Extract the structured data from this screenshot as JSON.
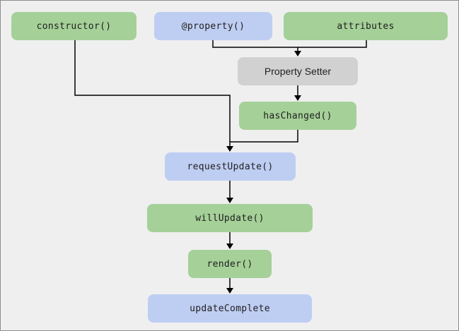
{
  "diagram": {
    "nodes": [
      {
        "id": "constructor",
        "label": "constructor()",
        "color_role": "green"
      },
      {
        "id": "property",
        "label": "@property()",
        "color_role": "blue"
      },
      {
        "id": "attributes",
        "label": "attributes",
        "color_role": "green"
      },
      {
        "id": "property-setter",
        "label": "Property Setter",
        "color_role": "gray"
      },
      {
        "id": "haschanged",
        "label": "hasChanged()",
        "color_role": "green"
      },
      {
        "id": "requestupdate",
        "label": "requestUpdate()",
        "color_role": "blue"
      },
      {
        "id": "willupdate",
        "label": "willUpdate()",
        "color_role": "green"
      },
      {
        "id": "render",
        "label": "render()",
        "color_role": "green"
      },
      {
        "id": "updatecomplete",
        "label": "updateComplete",
        "color_role": "blue"
      }
    ],
    "edges": [
      {
        "from": "constructor()",
        "to": "requestUpdate()"
      },
      {
        "from": "@property()",
        "to": "Property Setter"
      },
      {
        "from": "attributes",
        "to": "Property Setter"
      },
      {
        "from": "Property Setter",
        "to": "hasChanged()"
      },
      {
        "from": "hasChanged()",
        "to": "requestUpdate()"
      },
      {
        "from": "requestUpdate()",
        "to": "willUpdate()"
      },
      {
        "from": "willUpdate()",
        "to": "render()"
      },
      {
        "from": "render()",
        "to": "updateComplete"
      }
    ],
    "colors": {
      "green": "#a5d098",
      "blue": "#becdf2",
      "gray": "#d1d1d1",
      "background": "#efefef",
      "line": "#000000",
      "text": "#1f1f1f",
      "frame_border": "#8c8c8c"
    }
  }
}
